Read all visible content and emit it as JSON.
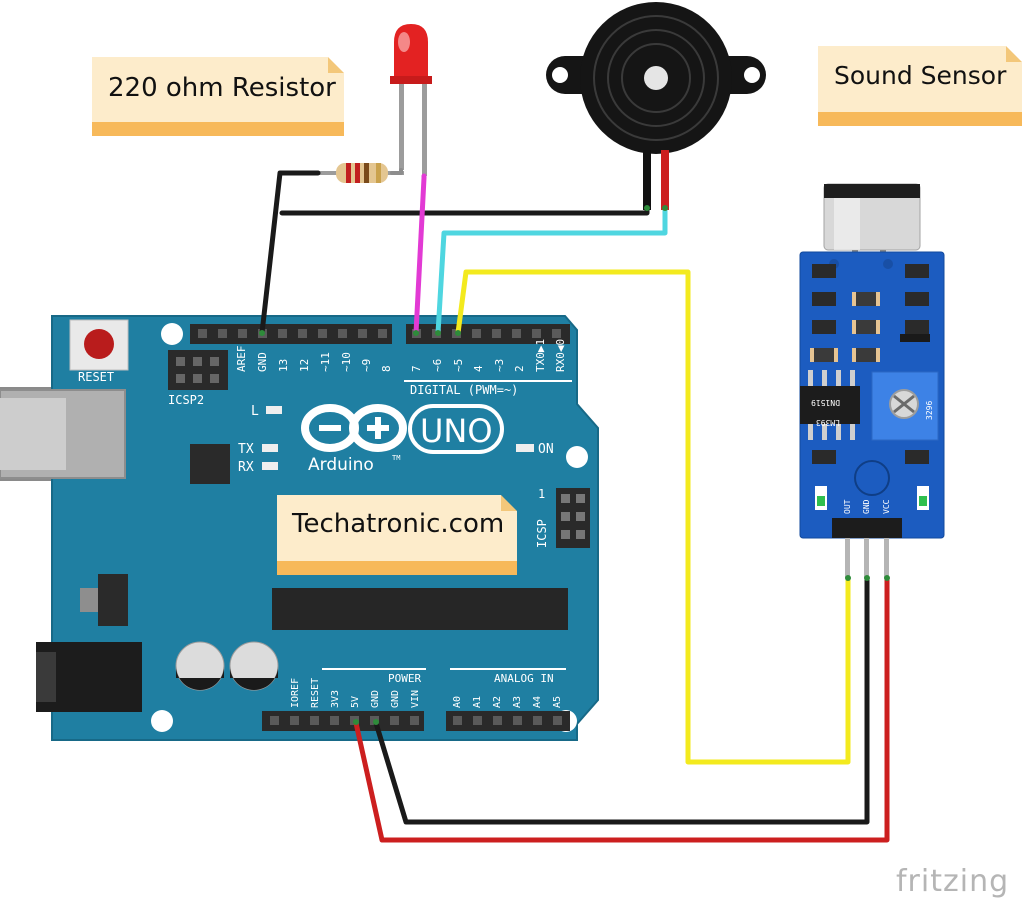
{
  "notes": {
    "resistor": "220 ohm Resistor",
    "sound_sensor": "Sound Sensor",
    "website": "Techatronic.com"
  },
  "arduino": {
    "reset": "RESET",
    "icsp2": "ICSP2",
    "icsp": "ICSP",
    "icsp_pin1": "1",
    "led_l": "L",
    "led_tx": "TX",
    "led_rx": "RX",
    "led_on": "ON",
    "logo_uno": "UNO",
    "logo_arduino": "Arduino",
    "logo_tm": "TM",
    "digital_label": "DIGITAL (PWM=~)",
    "power_label": "POWER",
    "analog_label": "ANALOG IN",
    "digital_pins": [
      "AREF",
      "GND",
      "13",
      "12",
      "~11",
      "~10",
      "~9",
      "8",
      "7",
      "~6",
      "~5",
      "4",
      "~3",
      "2",
      "TX0▶1",
      "RX0◀0"
    ],
    "power_pins": [
      "IOREF",
      "RESET",
      "3V3",
      "5V",
      "GND",
      "GND",
      "VIN"
    ],
    "analog_pins": [
      "A0",
      "A1",
      "A2",
      "A3",
      "A4",
      "A5"
    ]
  },
  "sensor": {
    "pins": [
      "OUT",
      "GND",
      "VCC"
    ],
    "chip_text": [
      "LM393",
      "DN1519"
    ],
    "pot_text": "3296"
  },
  "brand": "fritzing",
  "colors": {
    "board": "#1f7fa2",
    "header": "#2a2a2a",
    "wire_black": "#1a1a1a",
    "wire_red": "#cc1f1f",
    "wire_yellow": "#f3ea1e",
    "wire_cyan": "#4fd6e0",
    "wire_magenta": "#e23ad4",
    "note_bg": "#fdeccb",
    "note_strip": "#f7b95a"
  }
}
